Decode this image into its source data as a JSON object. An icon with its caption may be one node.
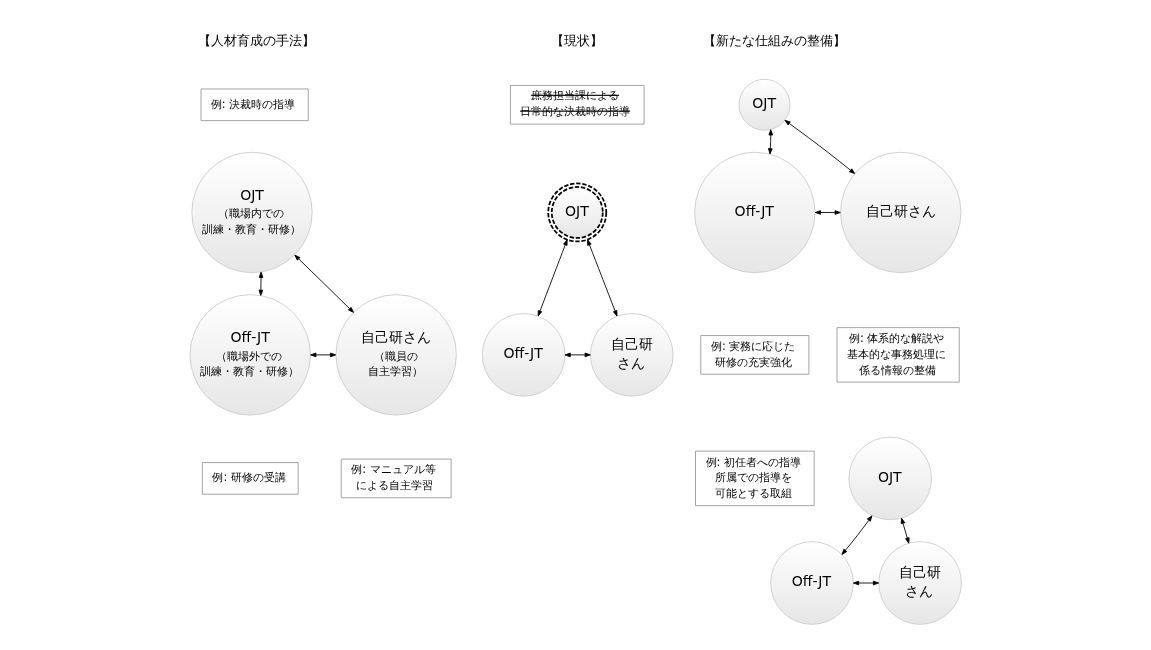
{
  "diagram": {
    "nodes": [
      {
        "text": [
          "例: 決裁時の指導"
        ]
      },
      {
        "text": [
          "OJT",
          "（職場内での訓練・教育・研修）"
        ]
      },
      {
        "text": [
          "Off-JT",
          "（職場外での訓練・教育・研修）"
        ]
      },
      {
        "text": [
          "自己研さん",
          "（職員の自主学習）"
        ]
      },
      {
        "text": [
          "例: 研修の受講"
        ]
      },
      {
        "text": [
          "例: マニュアル等による自主学習"
        ]
      },
      {
        "text": [
          "庶務担当課による日常的な決裁時の指導"
        ]
      },
      {
        "text": [
          "OJT"
        ]
      },
      {
        "text": [
          "Off-JT"
        ]
      },
      {
        "text": [
          "自己研さん"
        ]
      },
      {
        "text": [
          "OJT"
        ]
      },
      {
        "text": [
          "Off-JT"
        ]
      },
      {
        "text": [
          "自己研さん"
        ]
      },
      {
        "text": [
          "例: 実務に応じた研修の充実強化"
        ]
      },
      {
        "text": [
          "例: 体系的な解説や基本的な事務処理に係る情報の整備"
        ]
      },
      {
        "text": [
          "例: 初任者への指導所属での指導を可能とする取組"
        ]
      },
      {
        "text": [
          "OJT"
        ]
      },
      {
        "text": [
          "Off-JT"
        ]
      },
      {
        "text": [
          "自己研さん"
        ]
      }
    ],
    "edges": [
      {
        "from": 1,
        "to": 2,
        "arrow": "both"
      },
      {
        "from": 1,
        "to": 3,
        "arrow": "both"
      },
      {
        "from": 2,
        "to": 3,
        "arrow": "both"
      },
      {
        "from": 7,
        "to": 8,
        "arrow": "both"
      },
      {
        "from": 7,
        "to": 9,
        "arrow": "both"
      },
      {
        "from": 8,
        "to": 9,
        "arrow": "both"
      },
      {
        "from": 10,
        "to": 11,
        "arrow": "both"
      },
      {
        "from": 10,
        "to": 12,
        "arrow": "both"
      },
      {
        "from": 11,
        "to": 12,
        "arrow": "both"
      },
      {
        "from": 16,
        "to": 17,
        "arrow": "both"
      },
      {
        "from": 16,
        "to": 18,
        "arrow": "both"
      },
      {
        "from": 17,
        "to": 18,
        "arrow": "both"
      }
    ],
    "labels": [
      "【人材育成の手法】",
      "【現状】",
      "【新たな仕組みの整備】"
    ]
  }
}
